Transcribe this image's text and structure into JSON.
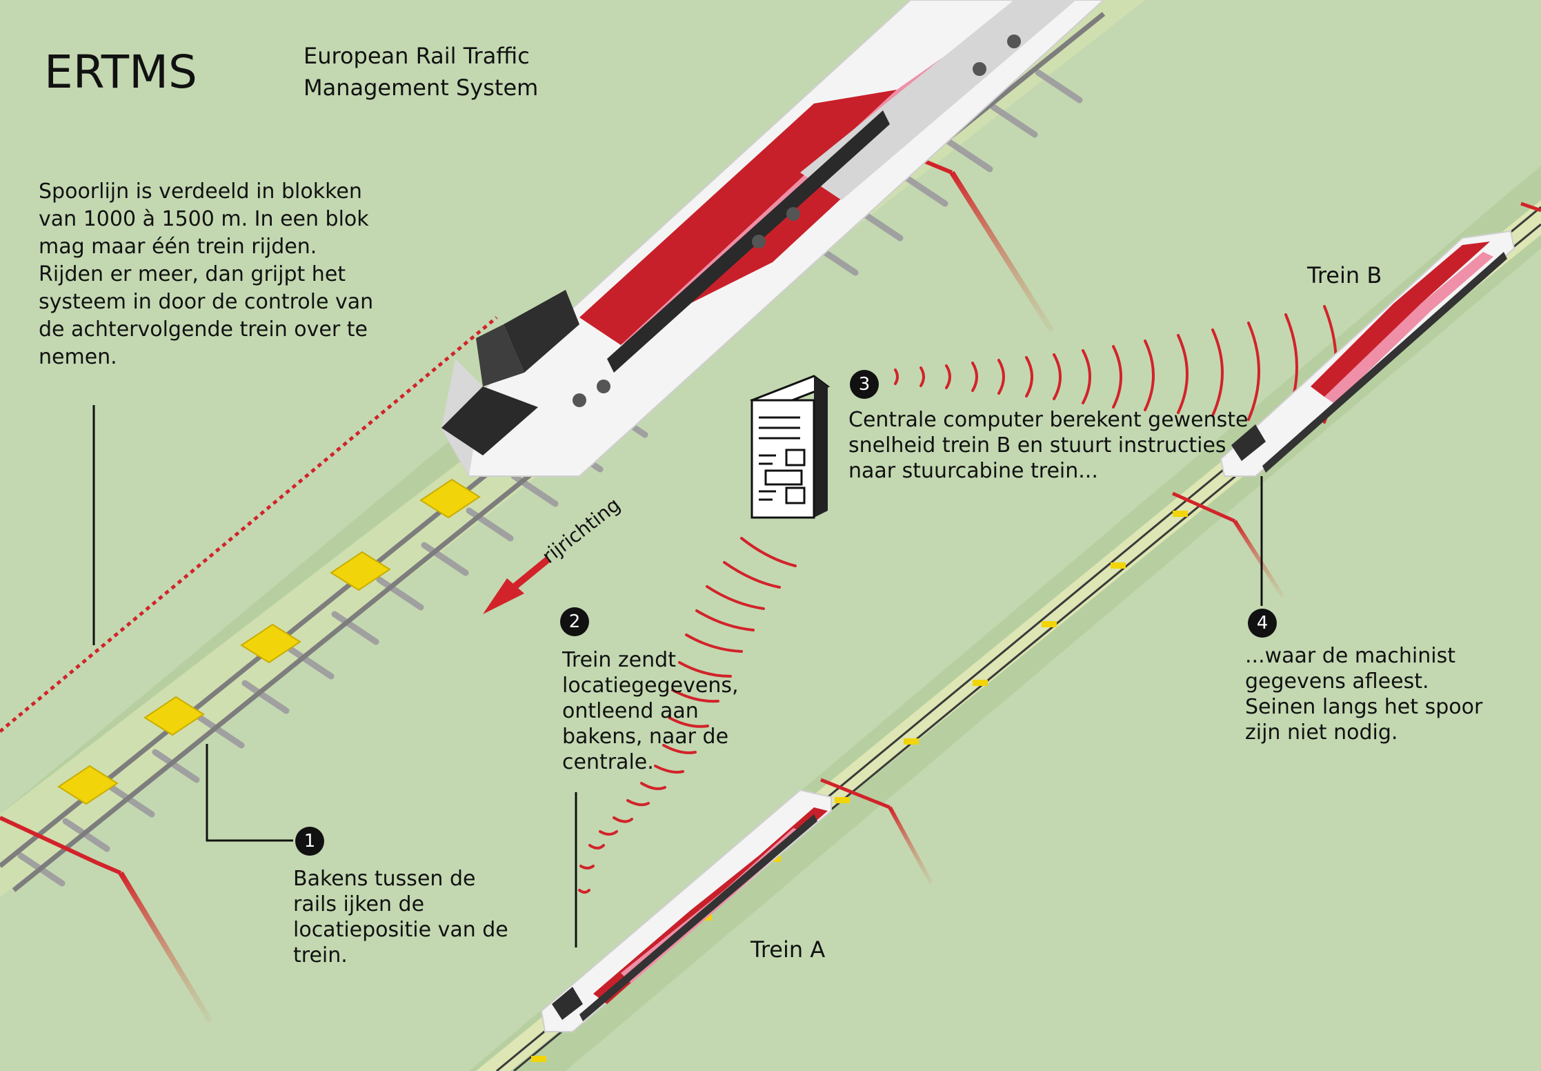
{
  "header": {
    "title": "ERTMS",
    "subtitle": "European Rail Traffic\nManagement System"
  },
  "intro": {
    "text": "Spoorlijn is verdeeld in blokken\nvan 1000 à 1500 m. In een blok\nmag maar één trein rijden.\nRijden er meer, dan grijpt het\nsysteem in door de controle van\nde achtervolgende trein over te\nnemen."
  },
  "direction_label": "rijrichting",
  "steps": [
    {
      "number": "1",
      "text": "Bakens tussen de\nrails ijken de\nlocatiepositie van de\ntrein."
    },
    {
      "number": "2",
      "text": "Trein zendt\nlocatiegegevens,\nontleend aan\nbakens, naar de\ncentrale."
    },
    {
      "number": "3",
      "text": "Centrale computer berekent gewenste\nsnelheid trein B en stuurt instructies\nnaar stuurcabine trein..."
    },
    {
      "number": "4",
      "text": "...waar de machinist\ngegevens afleest.\nSeinen langs het spoor\nzijn niet nodig."
    }
  ],
  "trains": {
    "a_label": "Trein A",
    "b_label": "Trein B"
  },
  "colors": {
    "ground": "#c2d8b0",
    "embankment": "#b4cc9c",
    "track_bed": "#d4e2b0",
    "rail": "#8a8a8a",
    "beacon": "#f2d40a",
    "signal_red": "#d2232a",
    "train_white": "#f4f4f4",
    "train_red": "#c8202a",
    "train_pink": "#ef8fa8"
  }
}
